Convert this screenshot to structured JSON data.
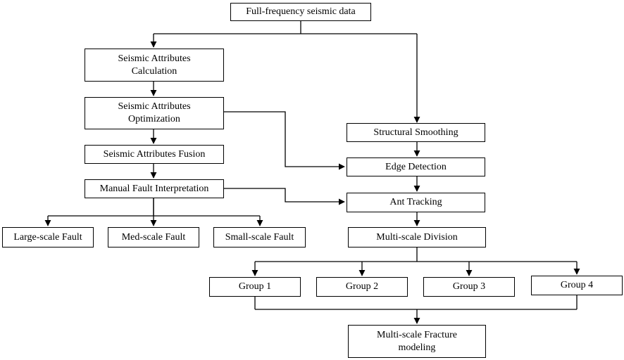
{
  "nodes": {
    "full_frequency": "Full-frequency seismic data",
    "attr_calculation": "Seismic Attributes\nCalculation",
    "attr_optimization": "Seismic Attributes\nOptimization",
    "attr_fusion": "Seismic Attributes Fusion",
    "manual_fault": "Manual Fault Interpretation",
    "large_fault": "Large-scale Fault",
    "med_fault": "Med-scale Fault",
    "small_fault": "Small-scale Fault",
    "structural_smoothing": "Structural Smoothing",
    "edge_detection": "Edge Detection",
    "ant_tracking": "Ant Tracking",
    "multiscale_division": "Multi-scale Division",
    "group1": "Group 1",
    "group2": "Group 2",
    "group3": "Group 3",
    "group4": "Group 4",
    "fracture_modeling": "Multi-scale Fracture\nmodeling"
  }
}
